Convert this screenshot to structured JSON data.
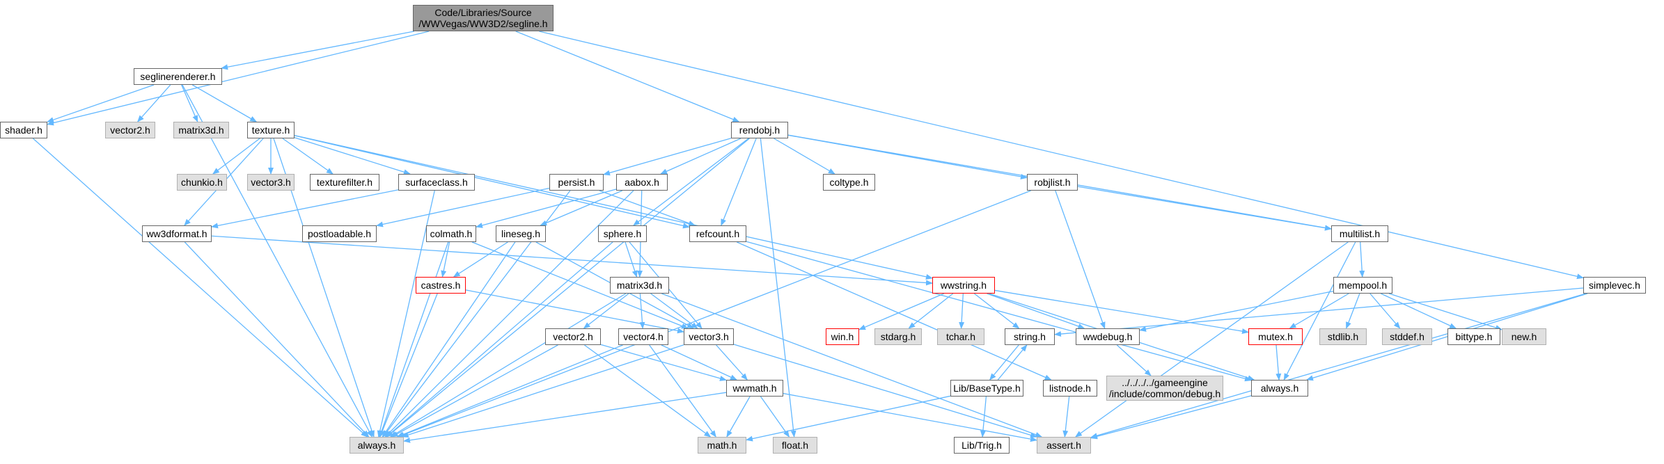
{
  "colors": {
    "edge": "#63b8ff",
    "root_fill": "#999999",
    "external_fill": "#e0e0e0",
    "truncated_border": "#ff0000",
    "node_border": "#666666"
  },
  "nodes": [
    {
      "id": "segline",
      "label": "Code/Libraries/Source\n/WWVegas/WW3D2/segline.h",
      "kind": "root"
    },
    {
      "id": "seglinerenderer",
      "label": "seglinerenderer.h",
      "kind": "doc"
    },
    {
      "id": "rendobj",
      "label": "rendobj.h",
      "kind": "doc"
    },
    {
      "id": "shader",
      "label": "shader.h",
      "kind": "doc"
    },
    {
      "id": "vector2_gray",
      "label": "vector2.h",
      "kind": "external"
    },
    {
      "id": "matrix3d_gray",
      "label": "matrix3d.h",
      "kind": "external"
    },
    {
      "id": "texture",
      "label": "texture.h",
      "kind": "doc"
    },
    {
      "id": "chunkio",
      "label": "chunkio.h",
      "kind": "external"
    },
    {
      "id": "vector3_gray",
      "label": "vector3.h",
      "kind": "external"
    },
    {
      "id": "texturefilter",
      "label": "texturefilter.h",
      "kind": "doc"
    },
    {
      "id": "surfaceclass",
      "label": "surfaceclass.h",
      "kind": "doc"
    },
    {
      "id": "persist",
      "label": "persist.h",
      "kind": "doc"
    },
    {
      "id": "aabox",
      "label": "aabox.h",
      "kind": "doc"
    },
    {
      "id": "coltype",
      "label": "coltype.h",
      "kind": "doc"
    },
    {
      "id": "robjlist",
      "label": "robjlist.h",
      "kind": "doc"
    },
    {
      "id": "ww3dformat",
      "label": "ww3dformat.h",
      "kind": "doc"
    },
    {
      "id": "postloadable",
      "label": "postloadable.h",
      "kind": "doc"
    },
    {
      "id": "colmath",
      "label": "colmath.h",
      "kind": "doc"
    },
    {
      "id": "lineseg",
      "label": "lineseg.h",
      "kind": "doc"
    },
    {
      "id": "sphere",
      "label": "sphere.h",
      "kind": "doc"
    },
    {
      "id": "refcount",
      "label": "refcount.h",
      "kind": "doc"
    },
    {
      "id": "multilist",
      "label": "multilist.h",
      "kind": "doc"
    },
    {
      "id": "castres",
      "label": "castres.h",
      "kind": "truncated"
    },
    {
      "id": "matrix3d",
      "label": "matrix3d.h",
      "kind": "doc"
    },
    {
      "id": "wwstring",
      "label": "wwstring.h",
      "kind": "truncated"
    },
    {
      "id": "mempool",
      "label": "mempool.h",
      "kind": "doc"
    },
    {
      "id": "simplevec",
      "label": "simplevec.h",
      "kind": "doc"
    },
    {
      "id": "win",
      "label": "win.h",
      "kind": "truncated"
    },
    {
      "id": "stdarg",
      "label": "stdarg.h",
      "kind": "external"
    },
    {
      "id": "tchar",
      "label": "tchar.h",
      "kind": "external"
    },
    {
      "id": "string",
      "label": "string.h",
      "kind": "doc"
    },
    {
      "id": "wwdebug",
      "label": "wwdebug.h",
      "kind": "doc"
    },
    {
      "id": "mutex",
      "label": "mutex.h",
      "kind": "truncated"
    },
    {
      "id": "stdlib",
      "label": "stdlib.h",
      "kind": "external"
    },
    {
      "id": "stddef",
      "label": "stddef.h",
      "kind": "external"
    },
    {
      "id": "bittype",
      "label": "bittype.h",
      "kind": "doc"
    },
    {
      "id": "new",
      "label": "new.h",
      "kind": "external"
    },
    {
      "id": "vector2",
      "label": "vector2.h",
      "kind": "doc"
    },
    {
      "id": "vector4",
      "label": "vector4.h",
      "kind": "doc"
    },
    {
      "id": "vector3",
      "label": "vector3.h",
      "kind": "doc"
    },
    {
      "id": "basetype",
      "label": "Lib/BaseType.h",
      "kind": "doc"
    },
    {
      "id": "listnode",
      "label": "listnode.h",
      "kind": "doc"
    },
    {
      "id": "debug",
      "label": "../../../../gameengine\n/include/common/debug.h",
      "kind": "external"
    },
    {
      "id": "always_doc",
      "label": "always.h",
      "kind": "doc"
    },
    {
      "id": "wwmath",
      "label": "wwmath.h",
      "kind": "doc"
    },
    {
      "id": "always_gray",
      "label": "always.h",
      "kind": "external"
    },
    {
      "id": "math",
      "label": "math.h",
      "kind": "external"
    },
    {
      "id": "float",
      "label": "float.h",
      "kind": "external"
    },
    {
      "id": "trig",
      "label": "Lib/Trig.h",
      "kind": "doc"
    },
    {
      "id": "assert",
      "label": "assert.h",
      "kind": "external"
    }
  ],
  "edges": [
    [
      "segline",
      "seglinerenderer"
    ],
    [
      "segline",
      "rendobj"
    ],
    [
      "segline",
      "shader"
    ],
    [
      "segline",
      "simplevec"
    ],
    [
      "seglinerenderer",
      "shader"
    ],
    [
      "seglinerenderer",
      "vector2_gray"
    ],
    [
      "seglinerenderer",
      "matrix3d_gray"
    ],
    [
      "seglinerenderer",
      "texture"
    ],
    [
      "seglinerenderer",
      "always_gray"
    ],
    [
      "shader",
      "always_gray"
    ],
    [
      "texture",
      "chunkio"
    ],
    [
      "texture",
      "vector3_gray"
    ],
    [
      "texture",
      "texturefilter"
    ],
    [
      "texture",
      "surfaceclass"
    ],
    [
      "texture",
      "ww3dformat"
    ],
    [
      "texture",
      "refcount"
    ],
    [
      "texture",
      "wwstring"
    ],
    [
      "texture",
      "always_gray"
    ],
    [
      "surfaceclass",
      "ww3dformat"
    ],
    [
      "surfaceclass",
      "always_gray"
    ],
    [
      "rendobj",
      "persist"
    ],
    [
      "rendobj",
      "aabox"
    ],
    [
      "rendobj",
      "coltype"
    ],
    [
      "rendobj",
      "robjlist"
    ],
    [
      "rendobj",
      "refcount"
    ],
    [
      "rendobj",
      "multilist"
    ],
    [
      "rendobj",
      "sphere"
    ],
    [
      "rendobj",
      "float"
    ],
    [
      "rendobj",
      "always_gray"
    ],
    [
      "persist",
      "postloadable"
    ],
    [
      "persist",
      "refcount"
    ],
    [
      "persist",
      "always_gray"
    ],
    [
      "aabox",
      "colmath"
    ],
    [
      "aabox",
      "lineseg"
    ],
    [
      "aabox",
      "matrix3d"
    ],
    [
      "aabox",
      "always_gray"
    ],
    [
      "robjlist",
      "multilist"
    ],
    [
      "robjlist",
      "wwdebug"
    ],
    [
      "robjlist",
      "always_gray"
    ],
    [
      "ww3dformat",
      "wwstring"
    ],
    [
      "ww3dformat",
      "always_gray"
    ],
    [
      "colmath",
      "castres"
    ],
    [
      "colmath",
      "vector3"
    ],
    [
      "colmath",
      "always_gray"
    ],
    [
      "lineseg",
      "castres"
    ],
    [
      "lineseg",
      "vector3"
    ],
    [
      "lineseg",
      "always_gray"
    ],
    [
      "sphere",
      "matrix3d"
    ],
    [
      "sphere",
      "vector3"
    ],
    [
      "sphere",
      "always_gray"
    ],
    [
      "refcount",
      "listnode"
    ],
    [
      "refcount",
      "always_doc"
    ],
    [
      "multilist",
      "mempool"
    ],
    [
      "multilist",
      "always_doc"
    ],
    [
      "multilist",
      "assert"
    ],
    [
      "castres",
      "vector3"
    ],
    [
      "castres",
      "always_gray"
    ],
    [
      "matrix3d",
      "vector2"
    ],
    [
      "matrix3d",
      "vector4"
    ],
    [
      "matrix3d",
      "vector3"
    ],
    [
      "matrix3d",
      "assert"
    ],
    [
      "matrix3d",
      "always_gray"
    ],
    [
      "wwstring",
      "win"
    ],
    [
      "wwstring",
      "stdarg"
    ],
    [
      "wwstring",
      "tchar"
    ],
    [
      "wwstring",
      "string"
    ],
    [
      "wwstring",
      "wwdebug"
    ],
    [
      "wwstring",
      "mutex"
    ],
    [
      "wwstring",
      "always_doc"
    ],
    [
      "mempool",
      "wwdebug"
    ],
    [
      "mempool",
      "mutex"
    ],
    [
      "mempool",
      "stdlib"
    ],
    [
      "mempool",
      "stddef"
    ],
    [
      "mempool",
      "bittype"
    ],
    [
      "mempool",
      "new"
    ],
    [
      "simplevec",
      "string"
    ],
    [
      "simplevec",
      "always_doc"
    ],
    [
      "simplevec",
      "assert"
    ],
    [
      "string",
      "basetype"
    ],
    [
      "basetype",
      "string"
    ],
    [
      "basetype",
      "trig"
    ],
    [
      "basetype",
      "math"
    ],
    [
      "wwdebug",
      "debug"
    ],
    [
      "mutex",
      "always_doc"
    ],
    [
      "listnode",
      "assert"
    ],
    [
      "always_doc",
      "assert"
    ],
    [
      "vector2",
      "wwmath"
    ],
    [
      "vector2",
      "math"
    ],
    [
      "vector2",
      "always_gray"
    ],
    [
      "vector4",
      "wwmath"
    ],
    [
      "vector4",
      "math"
    ],
    [
      "vector4",
      "always_gray"
    ],
    [
      "vector3",
      "wwmath"
    ],
    [
      "vector3",
      "assert"
    ],
    [
      "vector3",
      "always_gray"
    ],
    [
      "wwmath",
      "math"
    ],
    [
      "wwmath",
      "float"
    ],
    [
      "wwmath",
      "assert"
    ],
    [
      "wwmath",
      "always_gray"
    ]
  ]
}
